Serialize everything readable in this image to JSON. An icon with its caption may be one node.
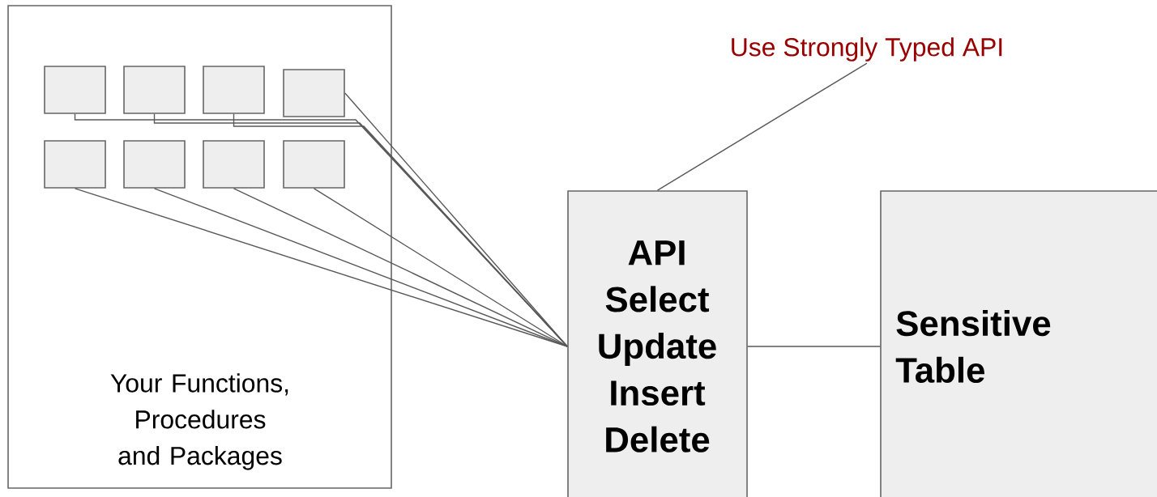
{
  "diagram": {
    "nodes": [
      {
        "text": [
          "Your Functions, Procedures and Packages"
        ]
      },
      {
        "text": [],
        "shape": "box",
        "in": 0
      },
      {
        "text": [],
        "shape": "box",
        "in": 0
      },
      {
        "text": [],
        "shape": "box",
        "in": 0
      },
      {
        "text": [],
        "shape": "box",
        "in": 0
      },
      {
        "text": [],
        "shape": "box",
        "in": 0
      },
      {
        "text": [],
        "shape": "box",
        "in": 0
      },
      {
        "text": [],
        "shape": "box",
        "in": 0
      },
      {
        "text": [],
        "shape": "box",
        "in": 0
      },
      {
        "text": [
          "API Select Update Insert Delete"
        ]
      },
      {
        "text": [
          "Sensitive Table"
        ]
      },
      {
        "text": [
          "Use Strongly Typed API"
        ]
      }
    ],
    "edges": [
      {
        "from": 1,
        "to": 9,
        "arrow": "none"
      },
      {
        "from": 2,
        "to": 9,
        "arrow": "none"
      },
      {
        "from": 3,
        "to": 9,
        "arrow": "none"
      },
      {
        "from": 4,
        "to": 9,
        "arrow": "none"
      },
      {
        "from": 5,
        "to": 9,
        "arrow": "none"
      },
      {
        "from": 6,
        "to": 9,
        "arrow": "none"
      },
      {
        "from": 7,
        "to": 9,
        "arrow": "none"
      },
      {
        "from": 8,
        "to": 9,
        "arrow": "none"
      },
      {
        "from": 9,
        "to": 10,
        "arrow": "none"
      },
      {
        "from": 11,
        "to": 9,
        "arrow": "none"
      }
    ]
  }
}
